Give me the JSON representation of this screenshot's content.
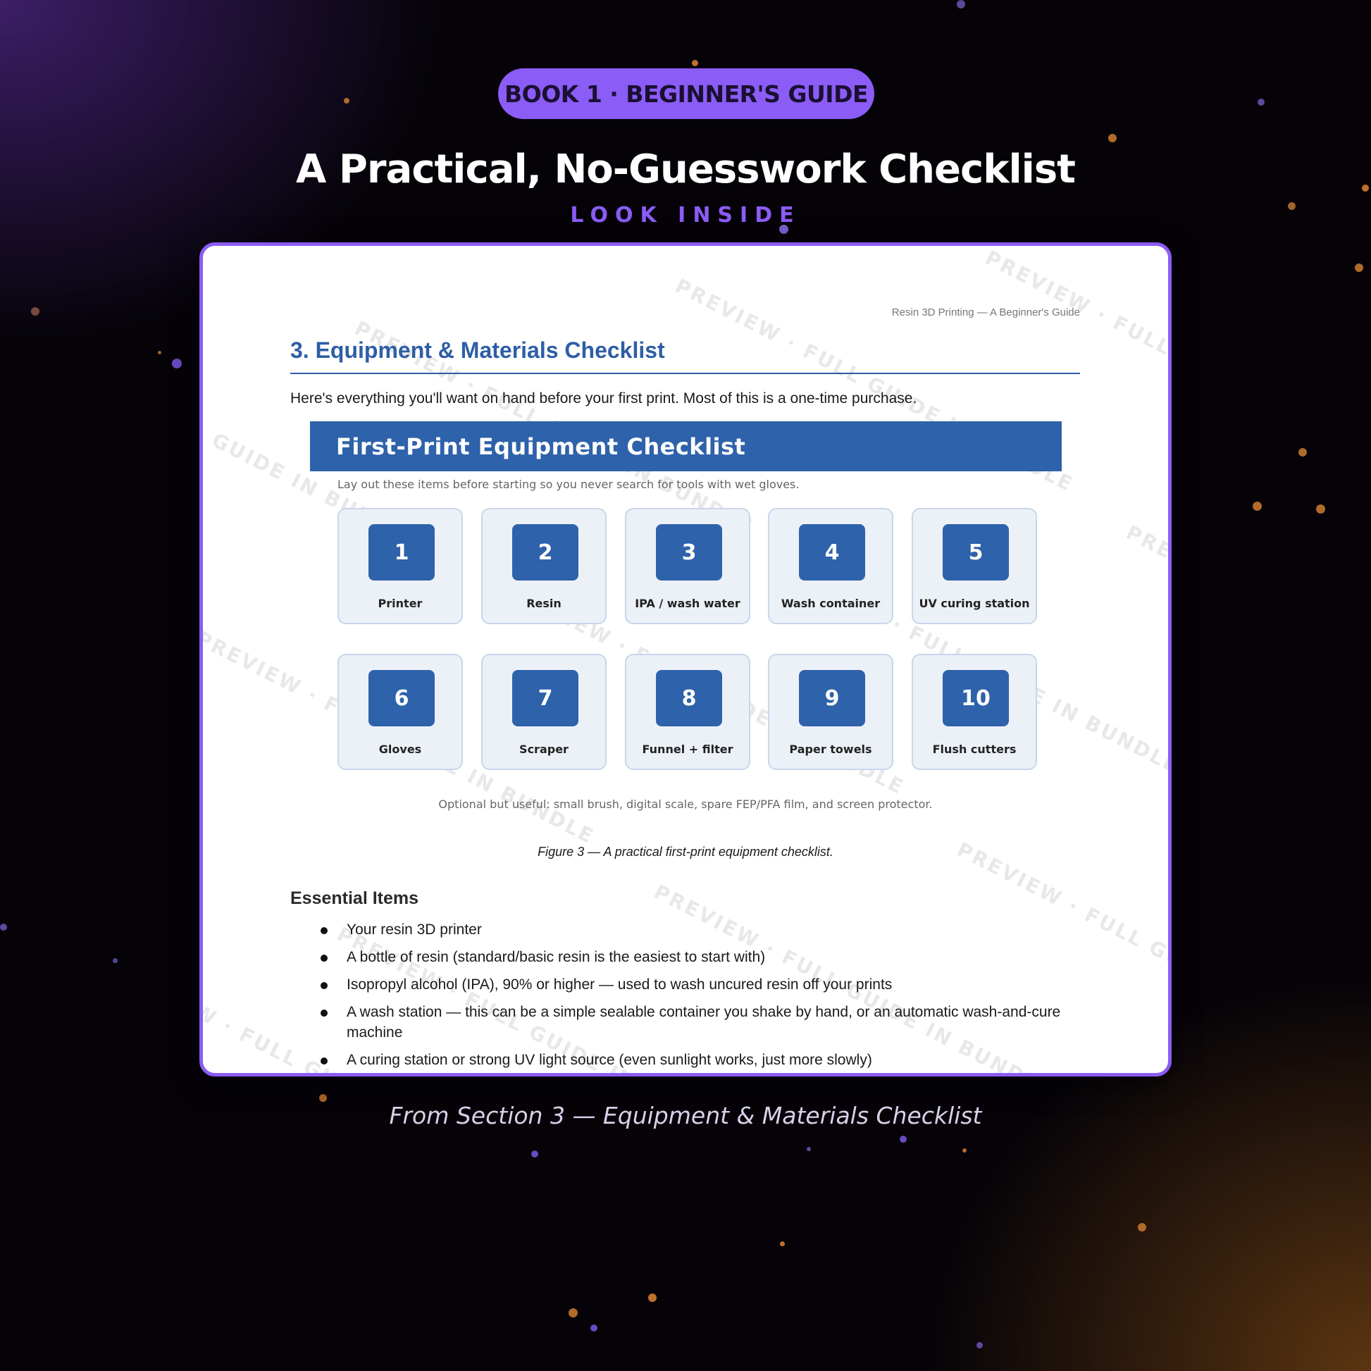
{
  "badge": {
    "label": "BOOK 1 · BEGINNER'S GUIDE"
  },
  "headline": "A Practical, No-Guesswork Checklist",
  "kicker": "LOOK INSIDE",
  "page": {
    "running_head": "Resin 3D Printing — A Beginner's Guide",
    "section_title": "3. Equipment & Materials Checklist",
    "intro": "Here's everything you'll want on hand before your first print. Most of this is a one-time purchase.",
    "figure": {
      "banner_title": "First-Print Equipment Checklist",
      "banner_subtitle": "Lay out these items before starting so you never search for tools with wet gloves.",
      "items": [
        {
          "num": "1",
          "label": "Printer"
        },
        {
          "num": "2",
          "label": "Resin"
        },
        {
          "num": "3",
          "label": "IPA / wash water"
        },
        {
          "num": "4",
          "label": "Wash container"
        },
        {
          "num": "5",
          "label": "UV curing station"
        },
        {
          "num": "6",
          "label": "Gloves"
        },
        {
          "num": "7",
          "label": "Scraper"
        },
        {
          "num": "8",
          "label": "Funnel + filter"
        },
        {
          "num": "9",
          "label": "Paper towels"
        },
        {
          "num": "10",
          "label": "Flush cutters"
        }
      ],
      "optional_note": "Optional but useful: small brush, digital scale, spare FEP/PFA film, and screen protector.",
      "caption": "Figure 3 — A practical first-print equipment checklist."
    },
    "essential_heading": "Essential Items",
    "essential_items": [
      "Your resin 3D printer",
      "A bottle of resin (standard/basic resin is the easiest to start with)",
      "Isopropyl alcohol (IPA), 90% or higher — used to wash uncured resin off your prints",
      "A wash station — this can be a simple sealable container you shake by hand, or an automatic wash-and-cure machine",
      "A curing station or strong UV light source (even sunlight works, just more slowly)"
    ],
    "watermark": "PREVIEW · FULL GUIDE IN BUNDLE"
  },
  "bottom_caption": "From Section 3 — Equipment & Materials Checklist",
  "colors": {
    "accent_purple": "#8b5cf6",
    "doc_blue": "#2e62aa",
    "tile_bg": "#ecf1f8"
  }
}
